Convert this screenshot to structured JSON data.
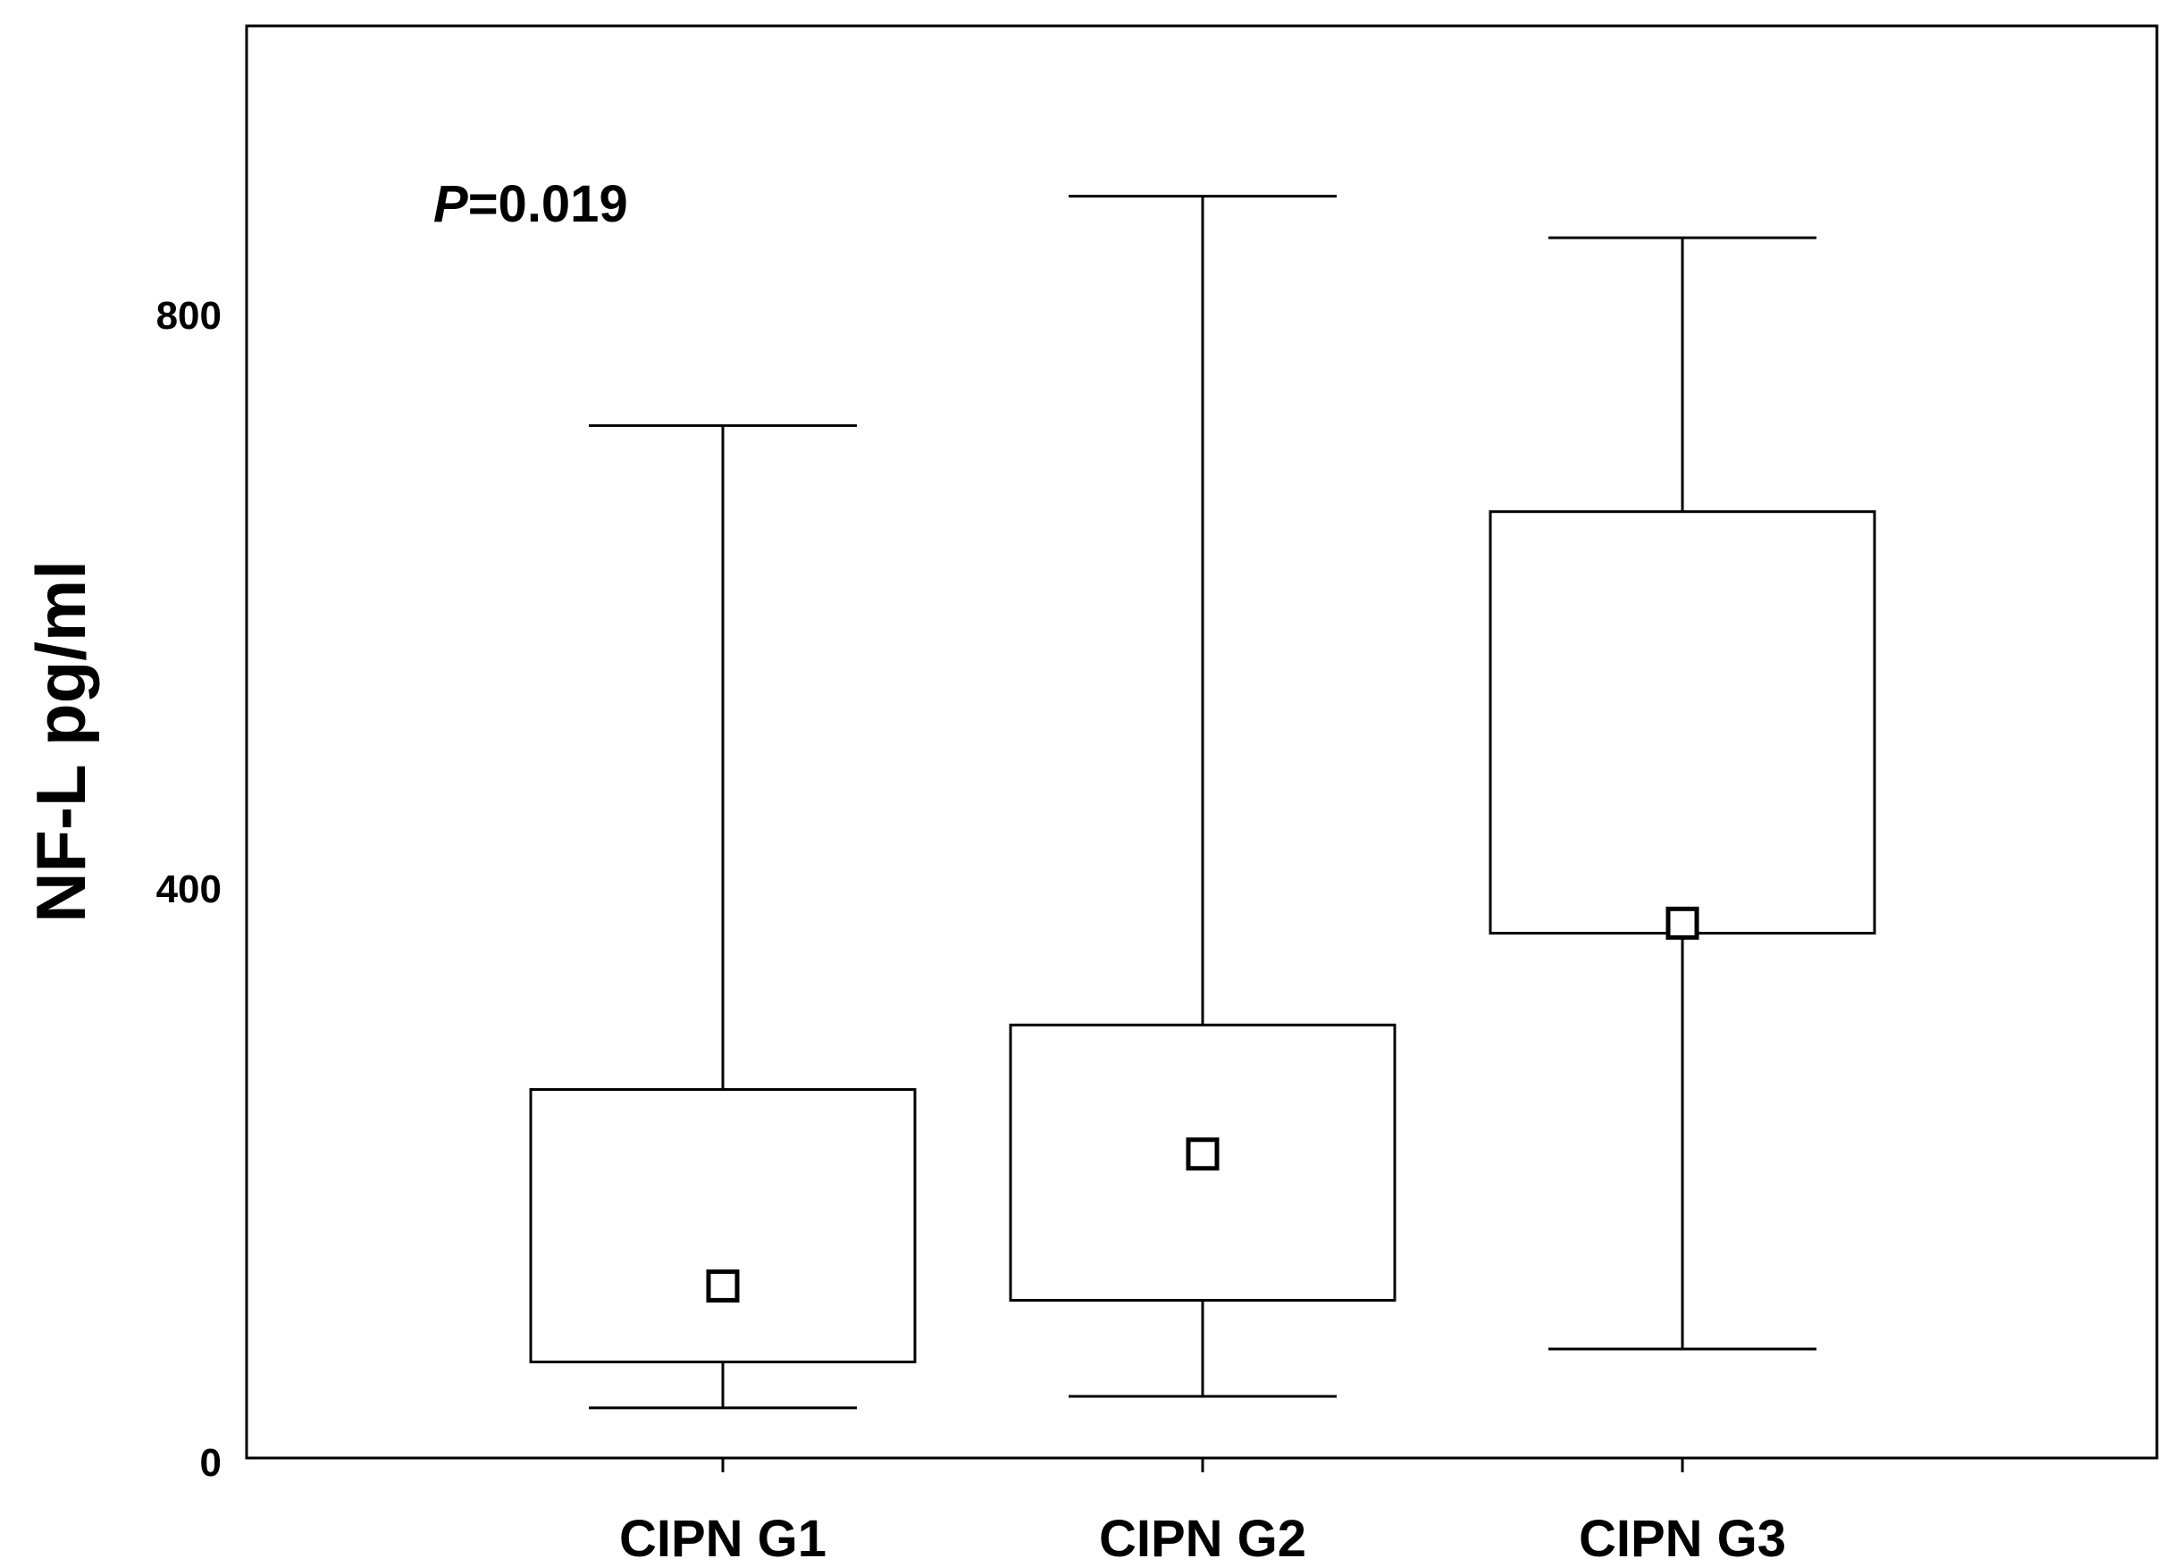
{
  "chart_data": {
    "type": "boxplot",
    "ylabel": "NF-L pg/ml",
    "ylim": [
      0,
      1000
    ],
    "yticks": [
      "0",
      "400",
      "800"
    ],
    "annotation": {
      "p_symbol": "P",
      "p_value": "=0.019"
    },
    "grid": false,
    "categories": [
      "CIPN G1",
      "CIPN G2",
      "CIPN G3"
    ],
    "boxes": [
      {
        "category": "CIPN G1",
        "whisker_low": 35,
        "q1": 67,
        "median": 120,
        "q3": 257,
        "whisker_high": 720
      },
      {
        "category": "CIPN G2",
        "whisker_low": 43,
        "q1": 110,
        "median": 212,
        "q3": 302,
        "whisker_high": 880
      },
      {
        "category": "CIPN G3",
        "whisker_low": 76,
        "q1": 366,
        "median": 373,
        "q3": 660,
        "whisker_high": 851
      }
    ]
  }
}
